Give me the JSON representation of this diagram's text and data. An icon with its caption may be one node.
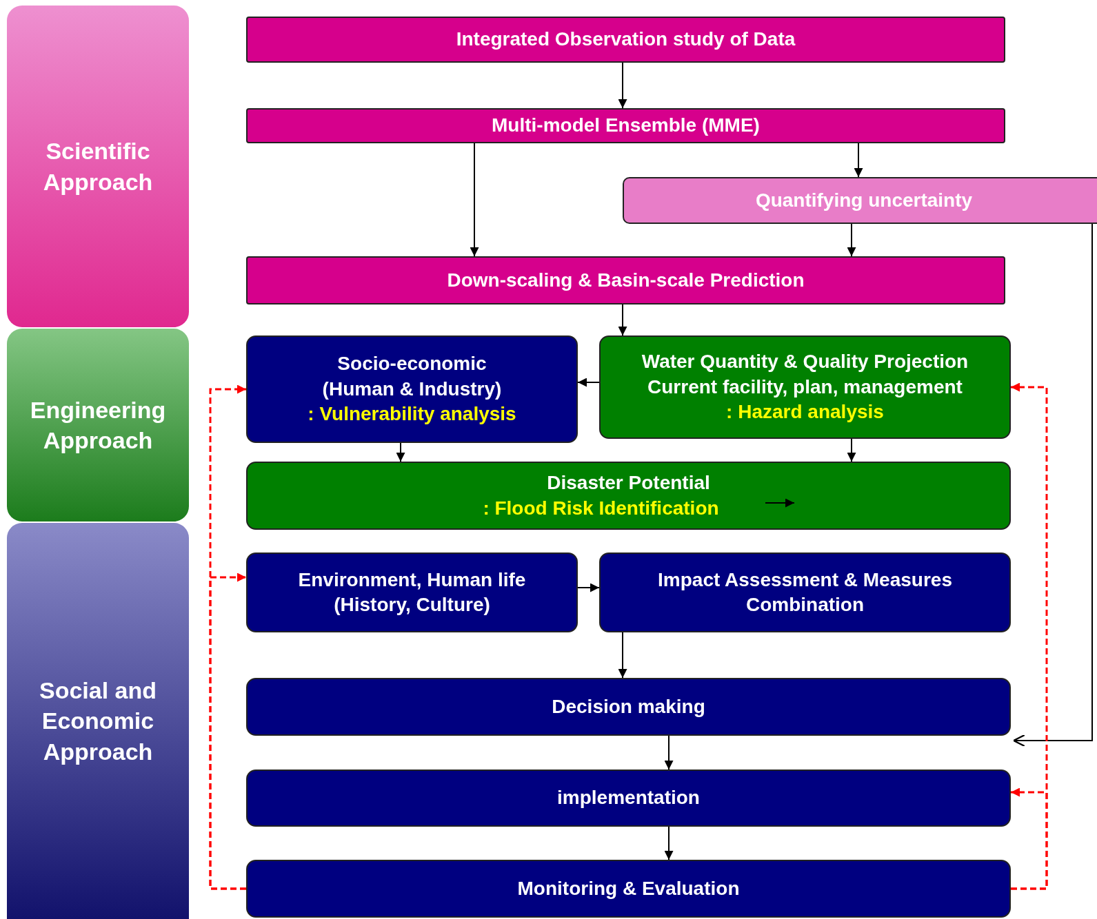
{
  "diagram": {
    "nodes": [
      {
        "text": [
          "Scientific Approach"
        ]
      },
      {
        "text": [
          "Engineering Approach"
        ]
      },
      {
        "text": [
          "Social and Economic Approach"
        ]
      },
      {
        "text": [
          "Integrated Observation study of Data"
        ]
      },
      {
        "text": [
          "Multi-model Ensemble (MME)"
        ]
      },
      {
        "text": [
          "Quantifying uncertainty"
        ]
      },
      {
        "text": [
          "Down-scaling & Basin-scale Prediction"
        ]
      },
      {
        "text": [
          "Socio-economic (Human & Industry)",
          ": Vulnerability analysis"
        ]
      },
      {
        "text": [
          "Water Quantity & Quality Projection",
          "Current facility, plan, management",
          ": Hazard analysis"
        ]
      },
      {
        "text": [
          "Disaster Potential",
          ": Flood Risk Identification"
        ]
      },
      {
        "text": [
          "Environment, Human life (History, Culture)"
        ]
      },
      {
        "text": [
          "Impact Assessment & Measures Combination"
        ]
      },
      {
        "text": [
          "Decision making"
        ]
      },
      {
        "text": [
          "implementation"
        ]
      },
      {
        "text": [
          "Monitoring & Evaluation"
        ]
      }
    ],
    "edges": [
      {
        "from": 3,
        "to": 4,
        "arrow": "to"
      },
      {
        "from": 4,
        "to": 6,
        "arrow": "to"
      },
      {
        "from": 4,
        "to": 5,
        "arrow": "to"
      },
      {
        "from": 5,
        "to": 6,
        "arrow": "to"
      },
      {
        "from": 6,
        "to": 8,
        "arrow": "to"
      },
      {
        "from": 8,
        "to": 7,
        "arrow": "to"
      },
      {
        "from": 7,
        "to": 9,
        "arrow": "to"
      },
      {
        "from": 8,
        "to": 9,
        "arrow": "to"
      },
      {
        "from": null,
        "to": 9,
        "arrow": "to"
      },
      {
        "from": 10,
        "to": 11,
        "arrow": "to"
      },
      {
        "from": 11,
        "to": 12,
        "arrow": "to"
      },
      {
        "from": 5,
        "to": 12,
        "arrow": "to"
      },
      {
        "from": 12,
        "to": 13,
        "arrow": "to"
      },
      {
        "from": 13,
        "to": 14,
        "arrow": "to"
      },
      {
        "from": 14,
        "to": 7,
        "arrow": "to",
        "style": "dashed",
        "color": "#ff0000"
      },
      {
        "from": 14,
        "to": 10,
        "arrow": "to",
        "style": "dashed",
        "color": "#ff0000"
      },
      {
        "from": 14,
        "to": 8,
        "arrow": "to",
        "style": "dashed",
        "color": "#ff0000"
      },
      {
        "from": 14,
        "to": 13,
        "arrow": "to",
        "style": "dashed",
        "color": "#ff0000"
      }
    ]
  }
}
